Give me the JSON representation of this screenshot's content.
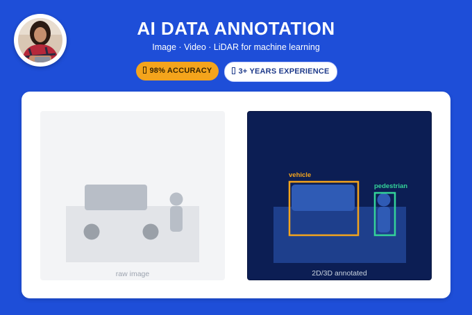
{
  "header": {
    "title": "AI DATA ANNOTATION",
    "subtitle": "Image · Video · LiDAR for machine learning"
  },
  "badges": {
    "accuracy": "98% ACCURACY",
    "experience": "3+ YEARS EXPERIENCE"
  },
  "panels": {
    "raw": {
      "caption": "raw image"
    },
    "annotated": {
      "caption": "2D/3D annotated",
      "labels": {
        "vehicle": "vehicle",
        "pedestrian": "pedestrian"
      }
    }
  },
  "colors": {
    "background": "#1e4ed8",
    "accuracy_badge": "#f4a41c",
    "annotated_panel": "#0c1e54",
    "vehicle_box": "#f4a41c",
    "pedestrian_box": "#34d399"
  }
}
